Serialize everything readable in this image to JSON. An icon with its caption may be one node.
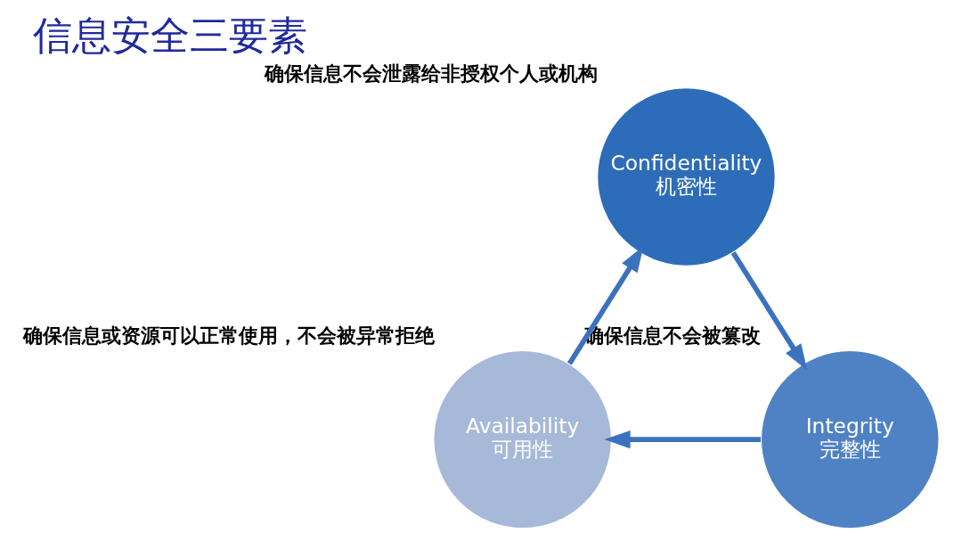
{
  "diagram": {
    "title": "信息安全三要素",
    "nodes": [
      {
        "text": [
          "Confidentiality",
          "机密性"
        ],
        "beside": [
          "确保信息不会泄露给非授权个人或机构"
        ]
      },
      {
        "text": [
          "Integrity",
          "完整性"
        ],
        "beside": [
          "确保信息不会被篡改"
        ]
      },
      {
        "text": [
          "Availability",
          "可用性"
        ],
        "beside": [
          "确保信息或资源可以正常使用，不会被异常拒绝"
        ]
      }
    ],
    "edges": [
      {
        "from": 0,
        "to": 1,
        "arrow": "to"
      },
      {
        "from": 1,
        "to": 2,
        "arrow": "to"
      },
      {
        "from": 2,
        "to": 0,
        "arrow": "to"
      }
    ]
  }
}
